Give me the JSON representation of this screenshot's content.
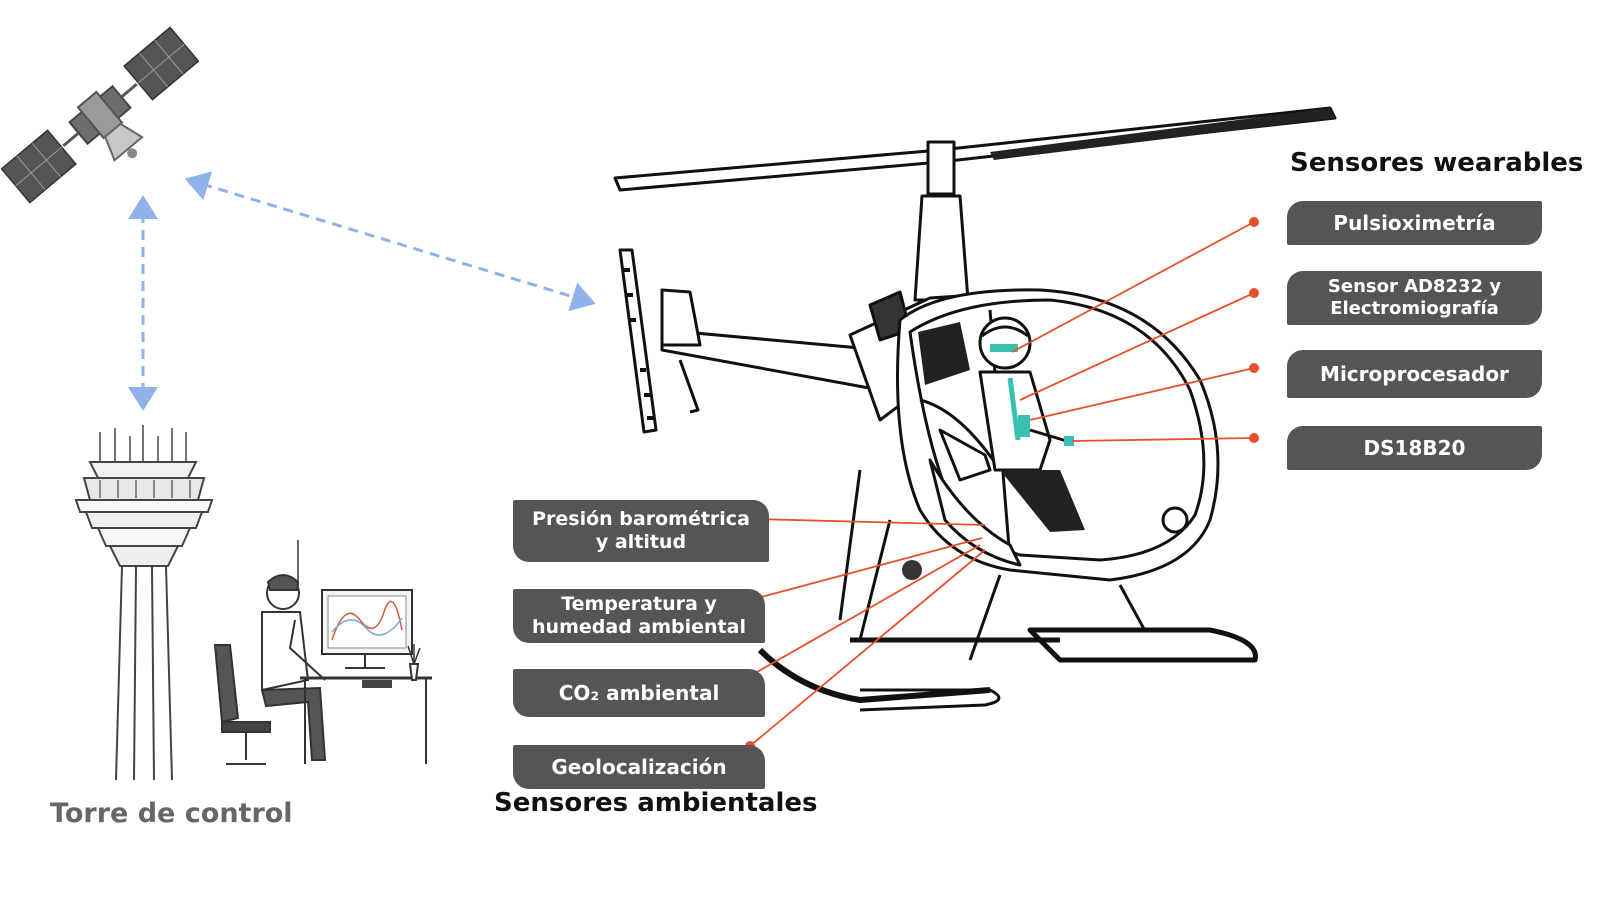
{
  "headings": {
    "wearables": "Sensores wearables",
    "ambientales": "Sensores ambientales",
    "tower": "Torre de control"
  },
  "wearable_sensors": [
    {
      "label": "Pulsioximetría"
    },
    {
      "label": "Sensor AD8232 y\nElectromiografía"
    },
    {
      "label": "Microprocesador"
    },
    {
      "label": "DS18B20"
    }
  ],
  "ambient_sensors": [
    {
      "label": "Presión barométrica\ny altitud"
    },
    {
      "label": "Temperatura y\nhumedad ambiental"
    },
    {
      "label": "CO₂ ambiental"
    },
    {
      "label": "Geolocalización"
    }
  ],
  "icons": {
    "satellite": "satellite-icon",
    "tower": "control-tower-icon",
    "operator": "operator-at-desk-icon",
    "helicopter": "helicopter-with-pilot-icon"
  },
  "colors": {
    "pill_bg": "#555555",
    "pill_text": "#ffffff",
    "connector": "#e8502a",
    "link_arrow": "#8fb3e8"
  }
}
